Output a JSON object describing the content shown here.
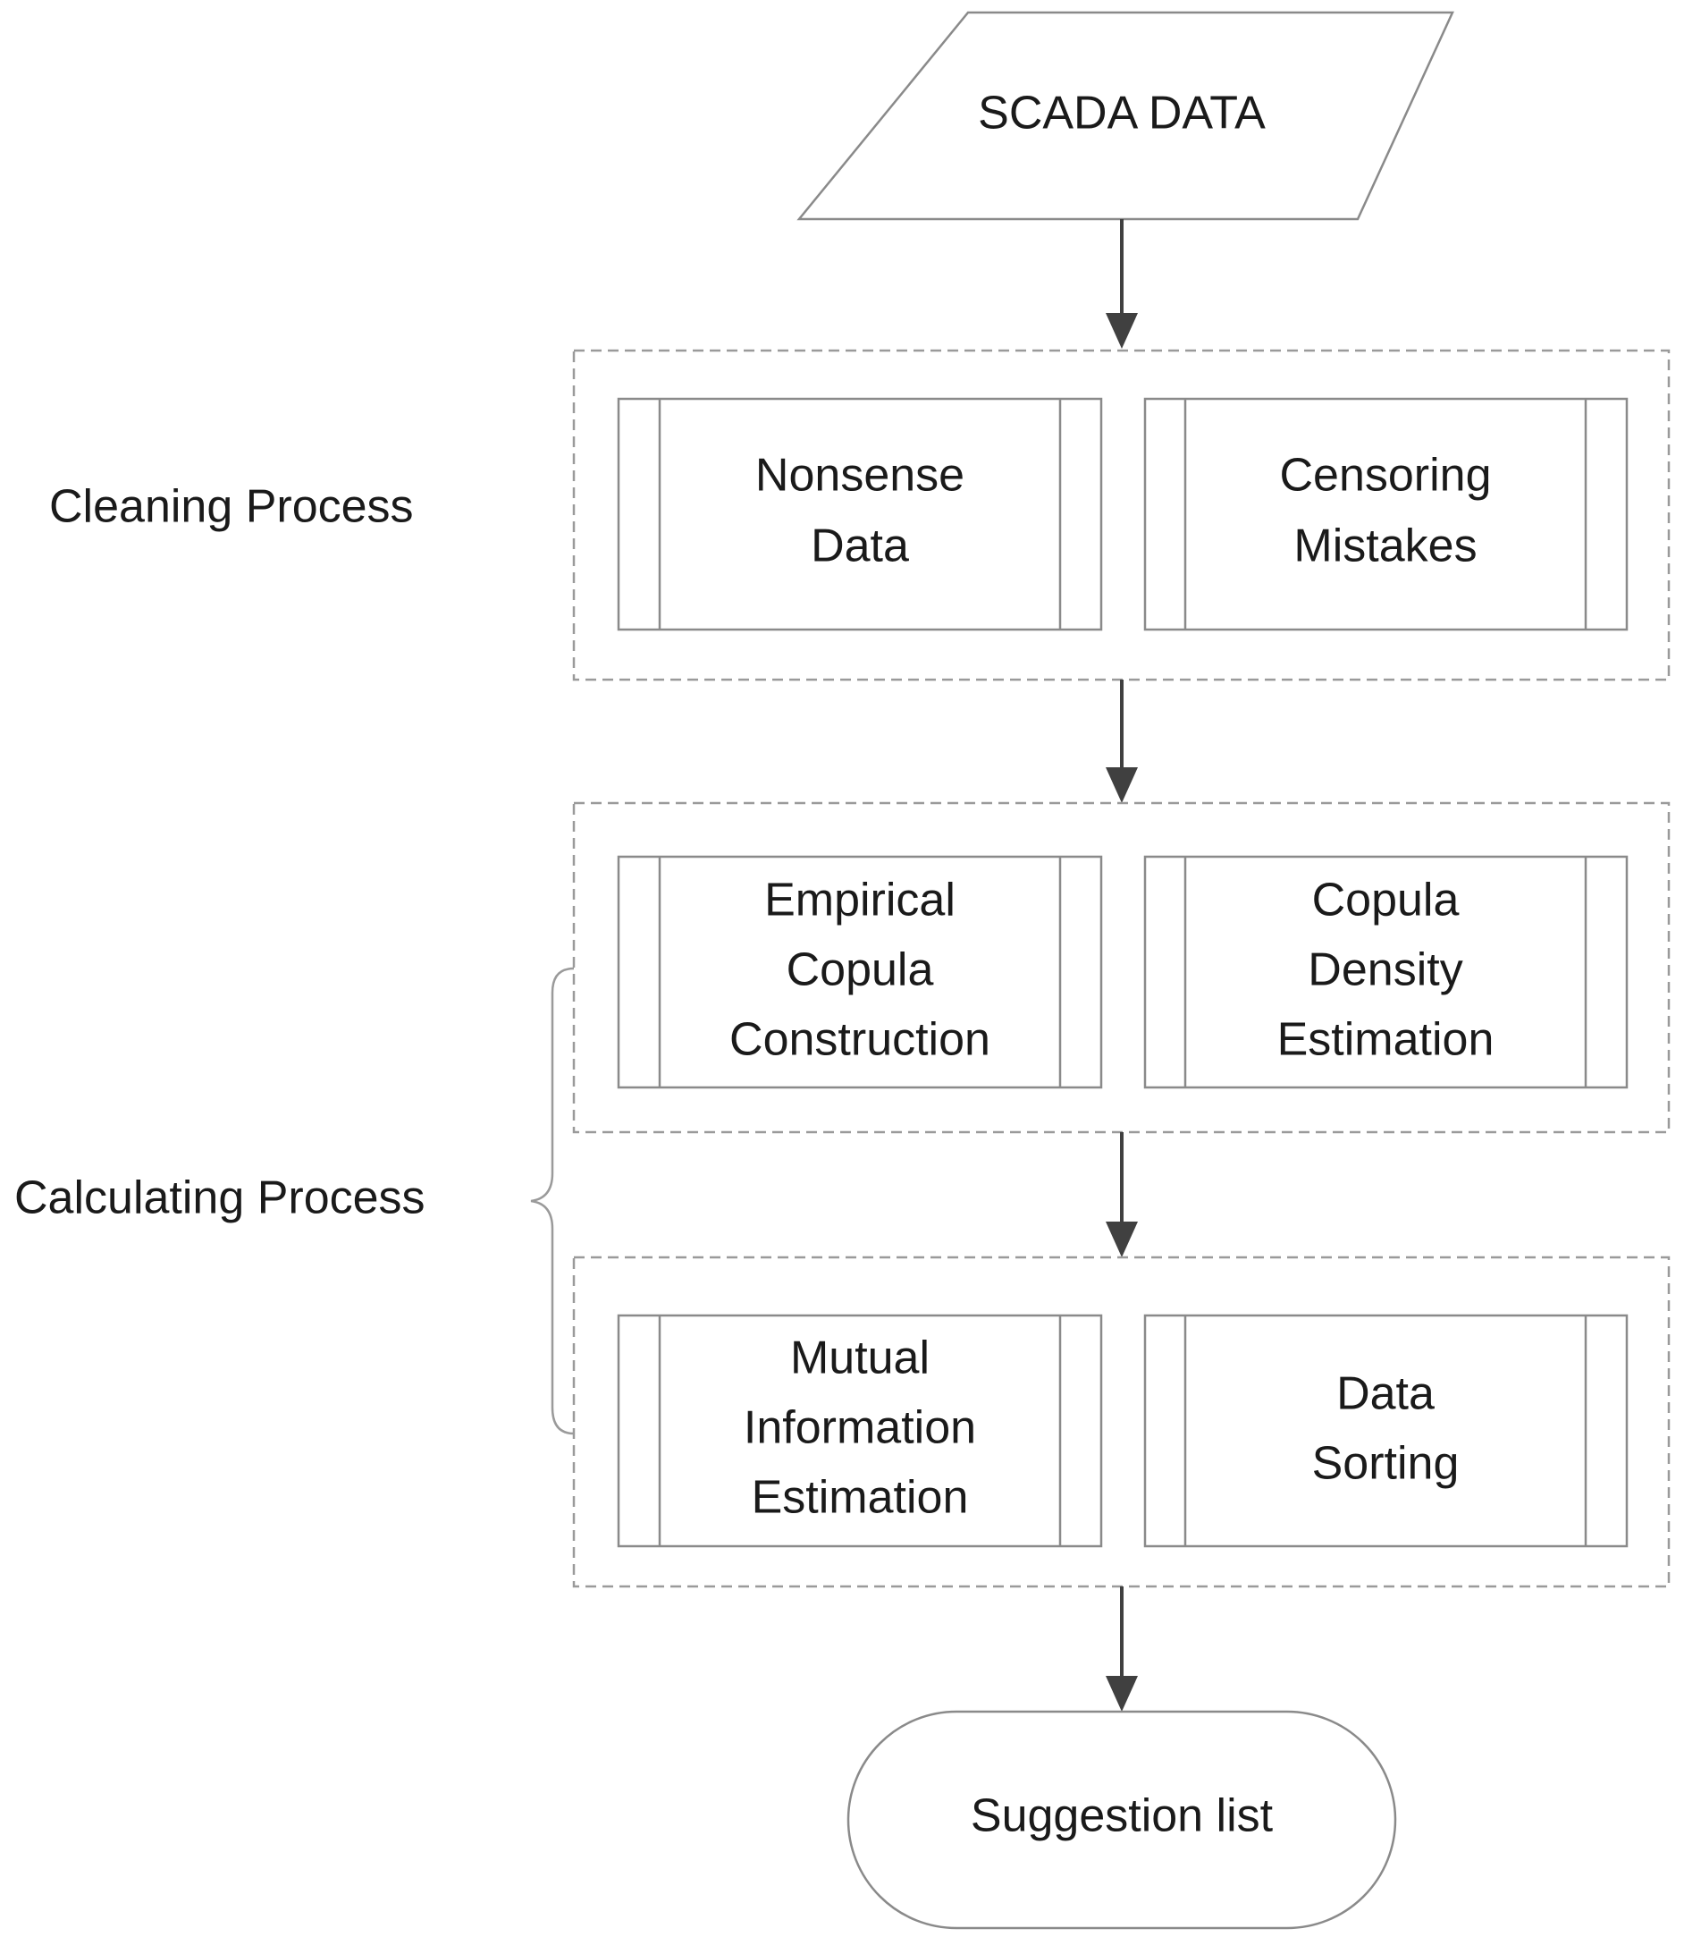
{
  "input": {
    "label": "SCADA DATA"
  },
  "stages": [
    {
      "side_label": "Cleaning Process"
    },
    {
      "side_label": "Calculating Process"
    }
  ],
  "groups": [
    {
      "boxes": [
        {
          "lines": [
            "Nonsense",
            "Data"
          ]
        },
        {
          "lines": [
            "Censoring",
            "Mistakes"
          ]
        }
      ]
    },
    {
      "boxes": [
        {
          "lines": [
            "Empirical",
            "Copula",
            "Construction"
          ]
        },
        {
          "lines": [
            "Copula",
            "Density",
            "Estimation"
          ]
        }
      ]
    },
    {
      "boxes": [
        {
          "lines": [
            "Mutual",
            "Information",
            "Estimation"
          ]
        },
        {
          "lines": [
            "Data",
            "Sorting"
          ]
        }
      ]
    }
  ],
  "output": {
    "label": "Suggestion list"
  }
}
